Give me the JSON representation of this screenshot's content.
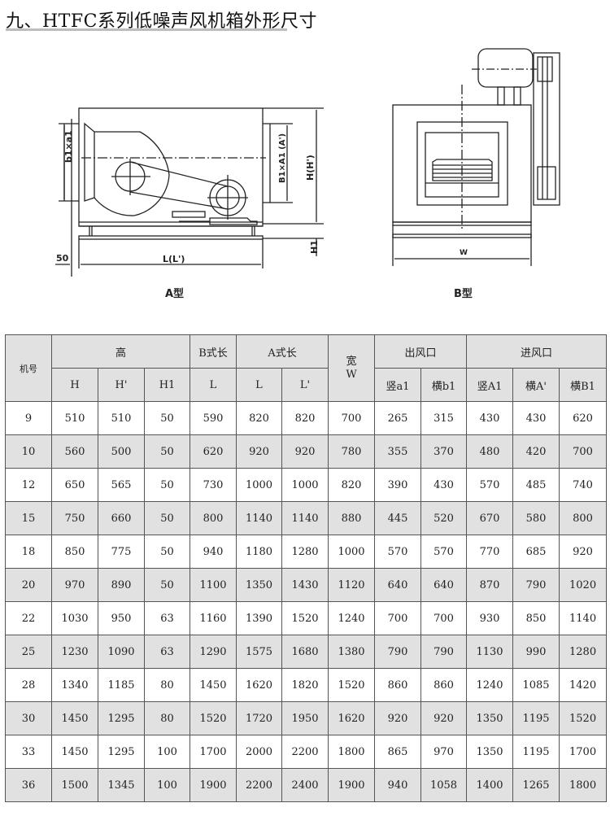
{
  "title": "九、HTFC系列低噪声风机箱外形尺寸",
  "drawing_a": {
    "label": "A型",
    "dim_b1a1": "b1×a1",
    "dim_B1A1": "B1×A1 (A')",
    "dim_H": "H(H')",
    "dim_H1": "H1",
    "dim_50": "50",
    "dim_L": "L(L')"
  },
  "drawing_b": {
    "label": "B型",
    "dim_W": "W"
  },
  "table": {
    "headers": {
      "model": "机号",
      "height": "高",
      "b_length": "B式长",
      "a_length": "A式长",
      "width": "宽\nW",
      "outlet": "出风口",
      "inlet": "进风口",
      "sub": [
        "H",
        "H'",
        "H1",
        "L",
        "L",
        "L'",
        "竖a1",
        "横b1",
        "竖A1",
        "横A'",
        "横B1"
      ]
    },
    "rows": [
      [
        "9",
        "510",
        "510",
        "50",
        "590",
        "820",
        "820",
        "700",
        "265",
        "315",
        "430",
        "430",
        "620"
      ],
      [
        "10",
        "560",
        "500",
        "50",
        "620",
        "920",
        "920",
        "780",
        "355",
        "370",
        "480",
        "420",
        "700"
      ],
      [
        "12",
        "650",
        "565",
        "50",
        "730",
        "1000",
        "1000",
        "820",
        "390",
        "430",
        "570",
        "485",
        "740"
      ],
      [
        "15",
        "750",
        "660",
        "50",
        "800",
        "1140",
        "1140",
        "880",
        "445",
        "520",
        "670",
        "580",
        "800"
      ],
      [
        "18",
        "850",
        "775",
        "50",
        "940",
        "1180",
        "1280",
        "1000",
        "570",
        "570",
        "770",
        "685",
        "920"
      ],
      [
        "20",
        "970",
        "890",
        "50",
        "1100",
        "1350",
        "1430",
        "1120",
        "640",
        "640",
        "870",
        "790",
        "1020"
      ],
      [
        "22",
        "1030",
        "950",
        "63",
        "1160",
        "1390",
        "1520",
        "1240",
        "700",
        "700",
        "930",
        "850",
        "1140"
      ],
      [
        "25",
        "1230",
        "1090",
        "63",
        "1290",
        "1575",
        "1680",
        "1380",
        "790",
        "790",
        "1130",
        "990",
        "1280"
      ],
      [
        "28",
        "1340",
        "1185",
        "80",
        "1450",
        "1620",
        "1820",
        "1520",
        "860",
        "860",
        "1240",
        "1085",
        "1420"
      ],
      [
        "30",
        "1450",
        "1295",
        "80",
        "1520",
        "1720",
        "1950",
        "1620",
        "920",
        "920",
        "1350",
        "1195",
        "1520"
      ],
      [
        "33",
        "1450",
        "1295",
        "100",
        "1700",
        "2000",
        "2200",
        "1800",
        "865",
        "970",
        "1350",
        "1195",
        "1700"
      ],
      [
        "36",
        "1500",
        "1345",
        "100",
        "1900",
        "2200",
        "2400",
        "1900",
        "940",
        "1058",
        "1400",
        "1265",
        "1800"
      ]
    ]
  }
}
